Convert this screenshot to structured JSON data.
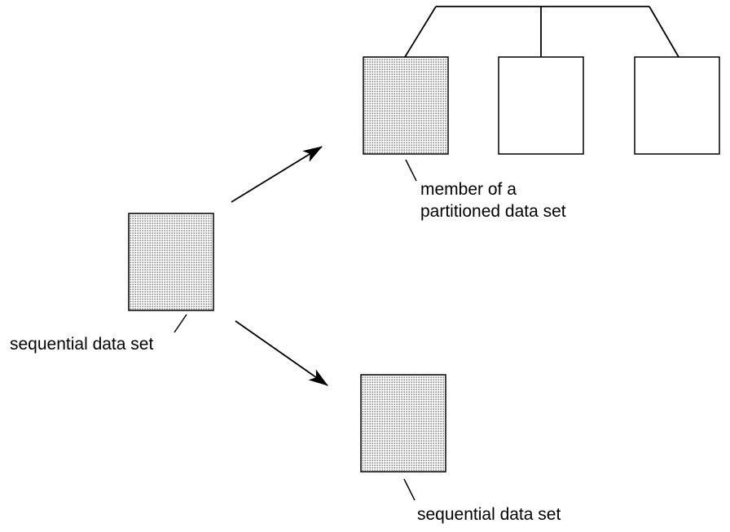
{
  "diagram": {
    "labels": {
      "source": "sequential data set",
      "member_line1": "member of a",
      "member_line2": "partitioned data set",
      "target": "sequential data set"
    },
    "colors": {
      "stroke": "#000000",
      "dot_fill": "#4a4a4a",
      "background": "#ffffff"
    }
  }
}
